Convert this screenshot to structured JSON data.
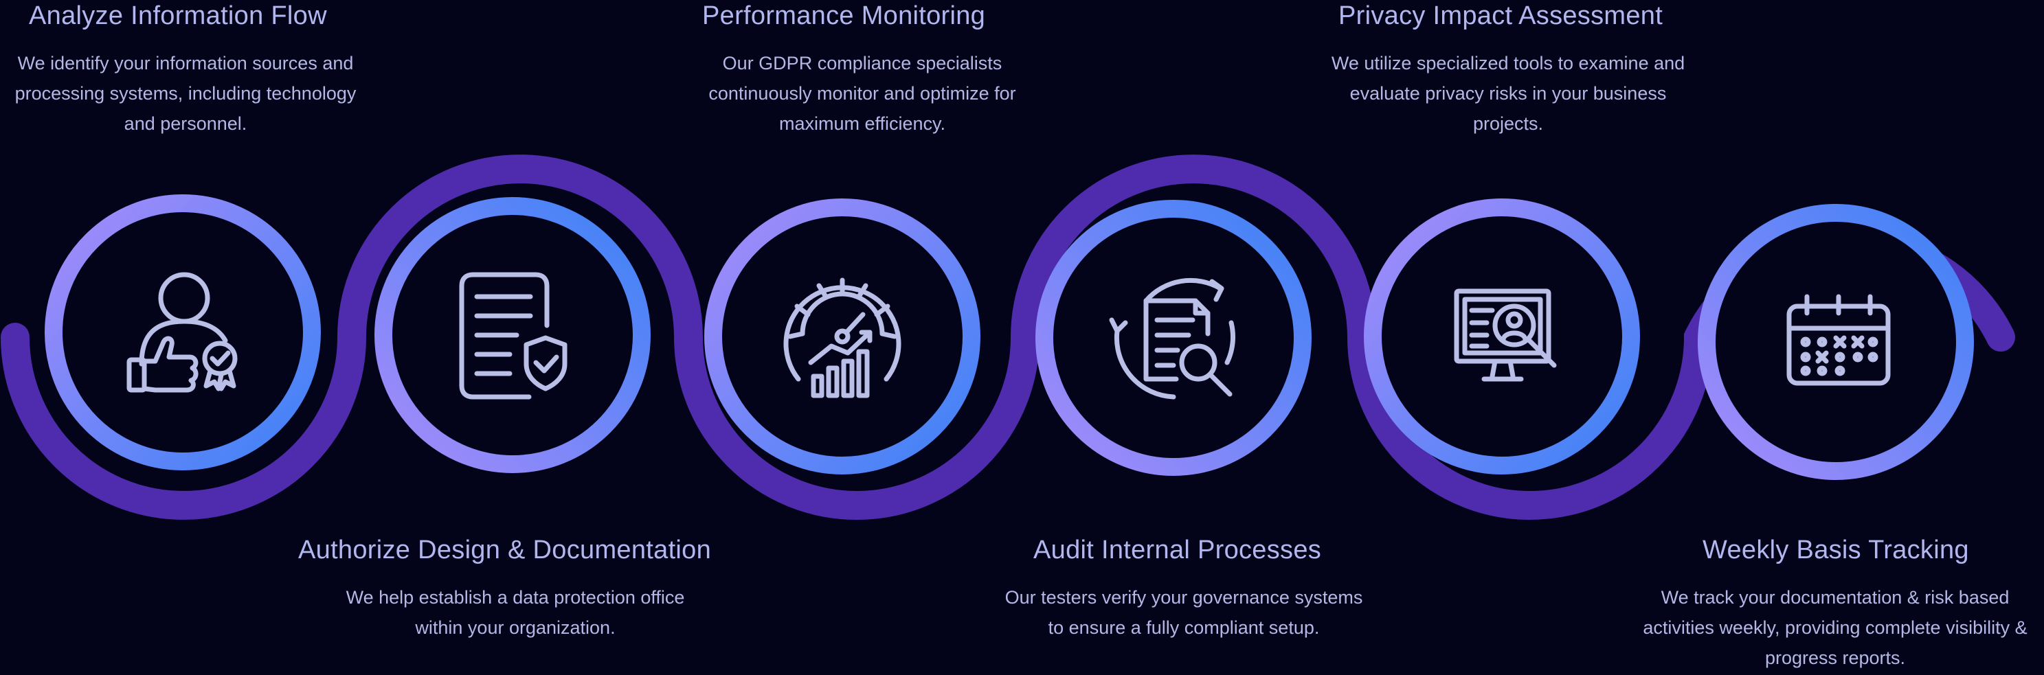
{
  "steps": [
    {
      "title": "Analyze Information Flow",
      "description": "We identify your information sources and processing systems, including technology and personnel.",
      "icon": "user-badge-thumbs-up-icon"
    },
    {
      "title": "Authorize Design & Documentation",
      "description": "We help establish a data protection office within your organization.",
      "icon": "document-shield-icon"
    },
    {
      "title": "Performance Monitoring",
      "description": "Our GDPR compliance specialists continuously monitor and optimize for maximum efficiency.",
      "icon": "gauge-chart-icon"
    },
    {
      "title": "Audit Internal Processes",
      "description": "Our testers verify your governance systems to ensure a fully compliant setup.",
      "icon": "document-search-icon"
    },
    {
      "title": "Privacy Impact Assessment",
      "description": "We utilize specialized tools to examine and evaluate privacy risks in your business projects.",
      "icon": "monitor-user-search-icon"
    },
    {
      "title": "Weekly Basis Tracking",
      "description": "We track your documentation & risk based activities weekly, providing complete visibility & progress reports.",
      "icon": "calendar-icon"
    }
  ],
  "colors": {
    "background": "#030419",
    "wave": "#4f2bad",
    "ring_start": "#a78bfa",
    "ring_end": "#3b82f6",
    "icon": "#b9bfe6",
    "text": "#b5b8e6"
  }
}
